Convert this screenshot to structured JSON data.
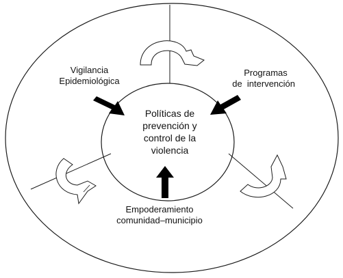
{
  "center_text": [
    "Políticas de",
    "prevención y",
    "control de la",
    "violencia"
  ],
  "labels": {
    "left_top": [
      "Vigilancia",
      "Epidemiológica"
    ],
    "right_top": [
      "Programas",
      "de  intervención"
    ],
    "bottom": [
      "Empoderamiento",
      "comunidad–municipio"
    ]
  },
  "colors": {
    "stroke": "#1a1a1a",
    "arrow_fill": "#000000",
    "background": "#ffffff"
  },
  "icons": {
    "inward_arrows": "bold-arrow-icon",
    "cycle_arrows": "curved-cycle-arrow-icon"
  }
}
